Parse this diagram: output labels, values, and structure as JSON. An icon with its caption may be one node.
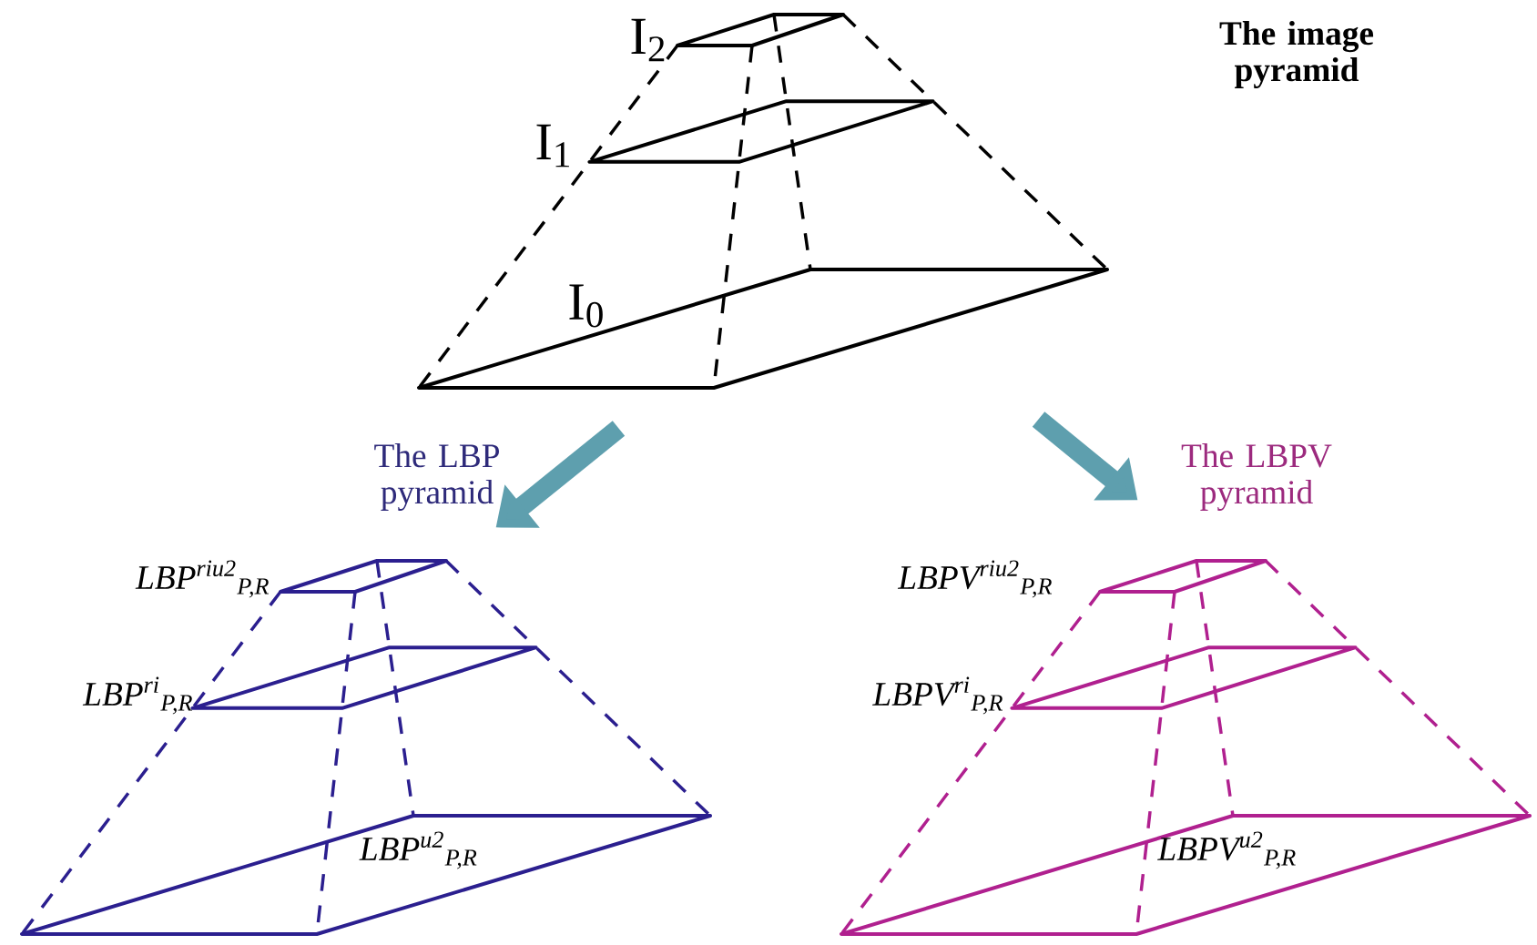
{
  "diagram": {
    "nodes": [
      {
        "text": [],
        "shape": "picture",
        "beside": [
          "The image pyramid"
        ]
      },
      {
        "text": [],
        "shape": "picture",
        "beside": [
          "The LBP pyramid"
        ]
      },
      {
        "text": [],
        "shape": "picture",
        "beside": [
          "The LBPV pyramid"
        ]
      }
    ],
    "edges": [
      {
        "from": 0,
        "to": 1,
        "arrow": "to"
      },
      {
        "from": 0,
        "to": 2,
        "arrow": "to"
      }
    ],
    "labels": [
      "I$_{2}$",
      "I$_{1}$",
      "I$_{0}$",
      "LBP$^{riu2}$$_{P,R}$",
      "LBP$^{ri}$$_{P,R}$",
      "LBP$^{u2}$$_{P,R}$",
      "LBPV$^{riu2}$$_{P,R}$",
      "LBPV$^{ri}$$_{P,R}$",
      "LBPV$^{u2}$$_{P,R}$"
    ]
  }
}
